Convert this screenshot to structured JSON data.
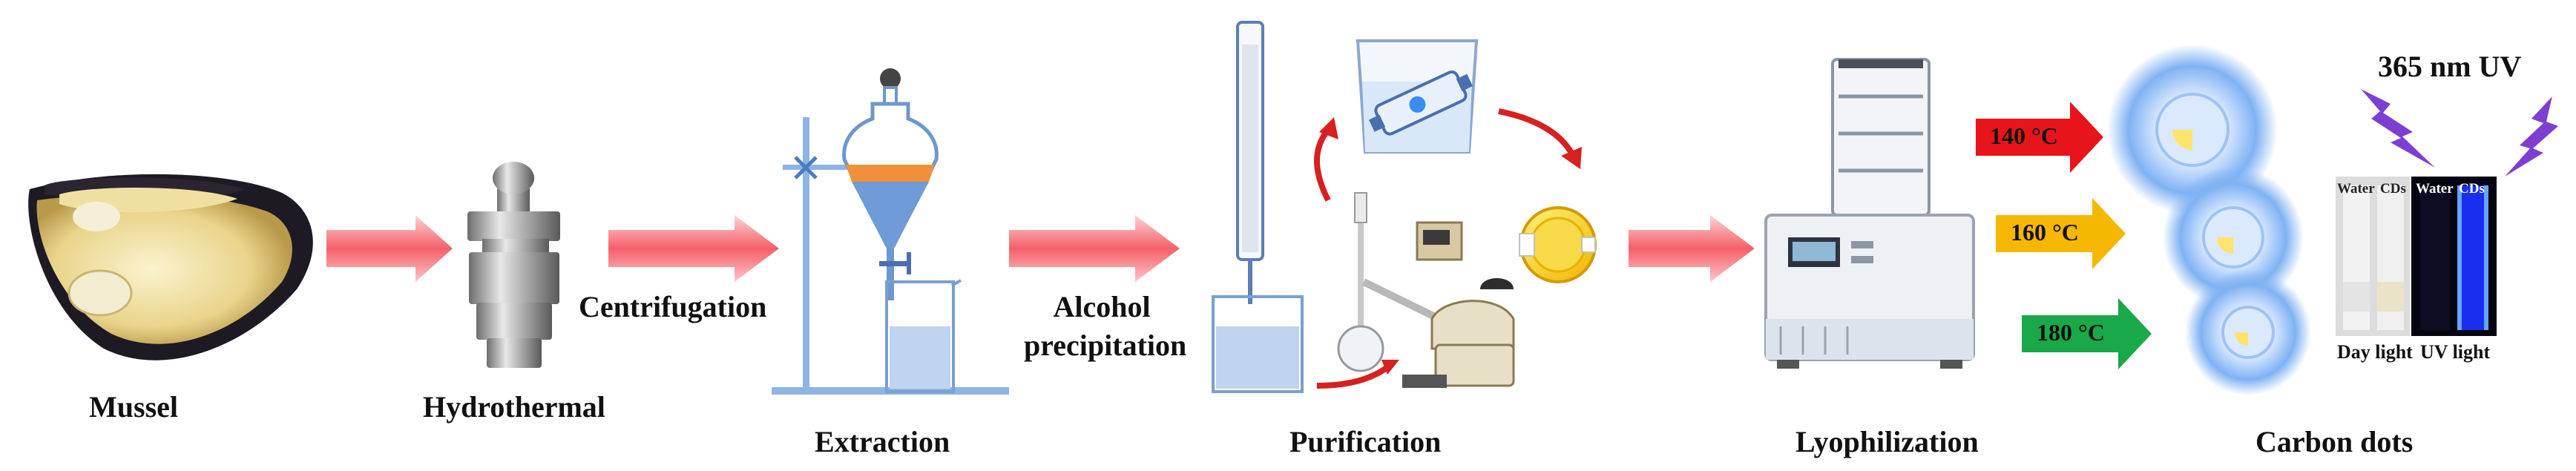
{
  "steps": {
    "mussel": "Mussel",
    "hydrothermal": "Hydrothermal",
    "centrifugation": "Centrifugation",
    "extraction": "Extraction",
    "alcohol_line1": "Alcohol",
    "alcohol_line2": "precipitation",
    "purification": "Purification",
    "lyophilization": "Lyophilization",
    "carbon_dots": "Carbon dots"
  },
  "temperatures": [
    "140 °C",
    "160 °C",
    "180 °C"
  ],
  "uv_label": "365 nm UV",
  "cuvette_labels": {
    "water_left": "Water",
    "cds_left": "CDs",
    "water_right": "Water",
    "cds_right": "CDs"
  },
  "light_labels": {
    "day": "Day light",
    "uv": "UV light"
  },
  "colors": {
    "arrow_pink": "#f4606a",
    "temp_red": "#e8141b",
    "temp_orange": "#f5b700",
    "temp_green": "#19a948",
    "glow_blue": "#6fa8ef",
    "uv_purple": "#7d3fd1"
  }
}
